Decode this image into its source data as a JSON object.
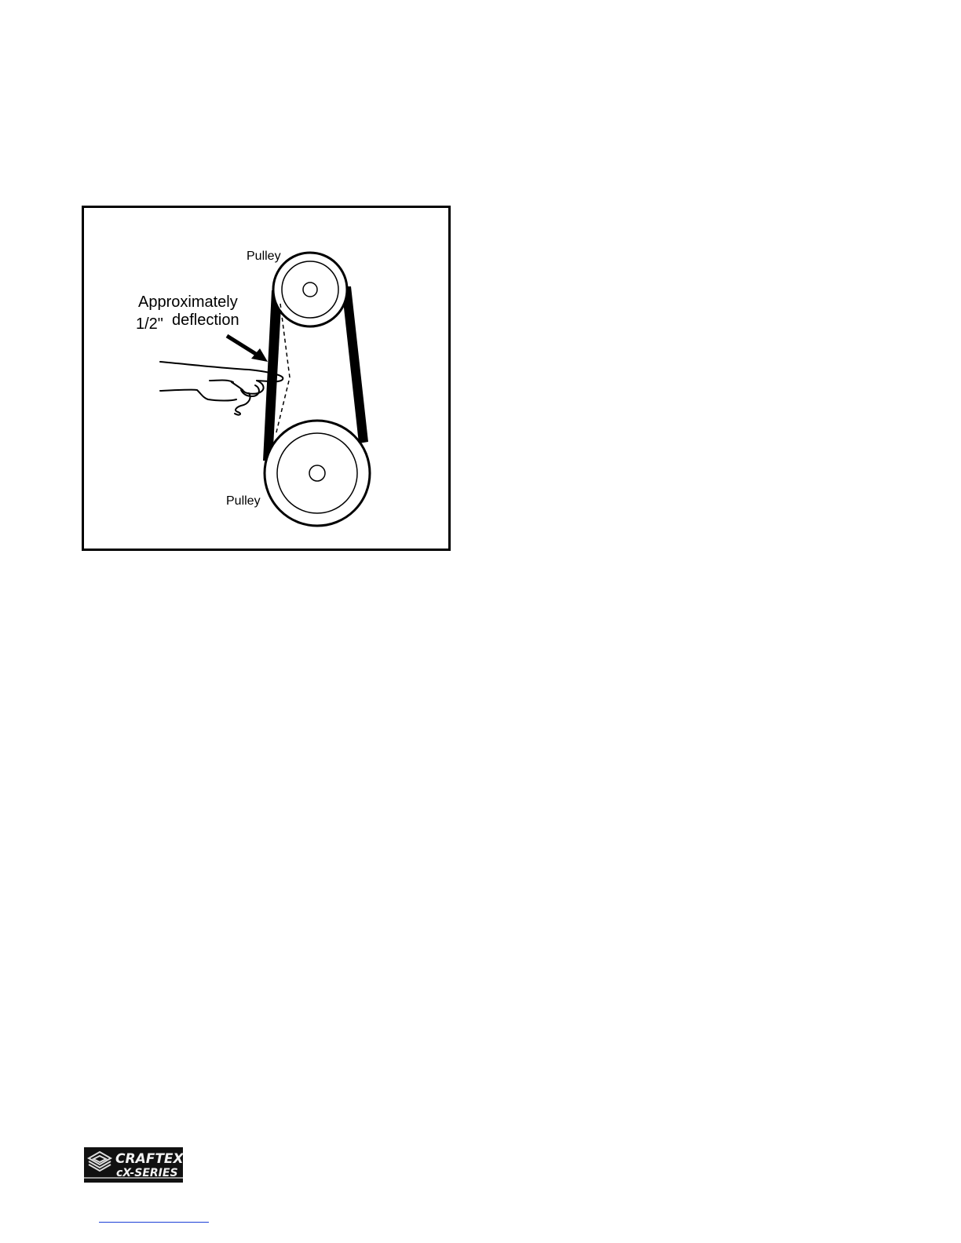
{
  "figure": {
    "labels": {
      "pulley_top": "Pulley",
      "pulley_bottom": "Pulley",
      "approx_line1": "Approximately",
      "approx_line2_a": "1/2\"",
      "approx_line2_b": "deflection"
    },
    "colors": {
      "belt": "#000000",
      "outline": "#000000",
      "background": "#ffffff"
    }
  },
  "logo": {
    "brand_text": "CRAFTEX",
    "series_text": "cX-SERIES"
  }
}
